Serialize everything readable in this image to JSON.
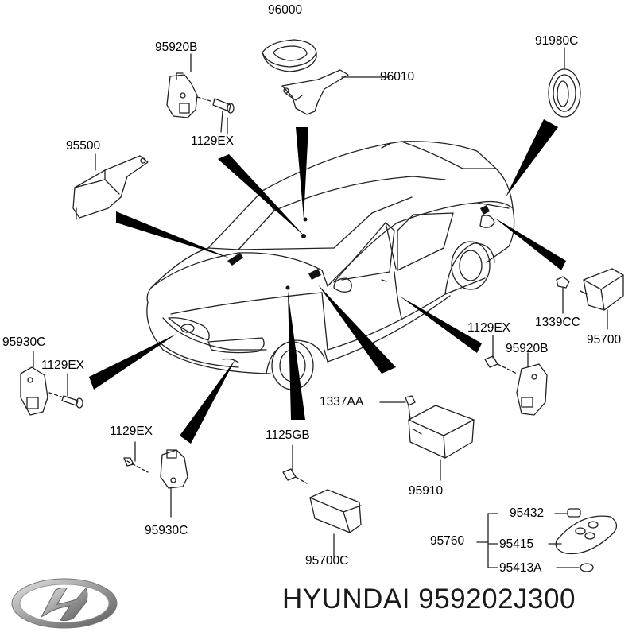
{
  "parts": {
    "p96000": "96000",
    "p96010": "96010",
    "p95920b_top": "95920B",
    "p1129ex_top": "1129EX",
    "p91980c": "91980C",
    "p95500": "95500",
    "p95930c_left": "95930C",
    "p1129ex_left": "1129EX",
    "p1129ex_right": "1129EX",
    "p95920b_right": "95920B",
    "p1339cc": "1339CC",
    "p95700": "95700",
    "p1337aa": "1337AA",
    "p95910": "95910",
    "p1129ex_bottom": "1129EX",
    "p95930c_bottom": "95930C",
    "p1125gb": "1125GB",
    "p95700c": "95700C",
    "p95432": "95432",
    "p95760": "95760",
    "p95415": "95415",
    "p95413a": "95413A"
  },
  "footer": {
    "brand_text": "HYUNDAI 959202J300",
    "logo_icon": "hyundai-logo-icon"
  }
}
